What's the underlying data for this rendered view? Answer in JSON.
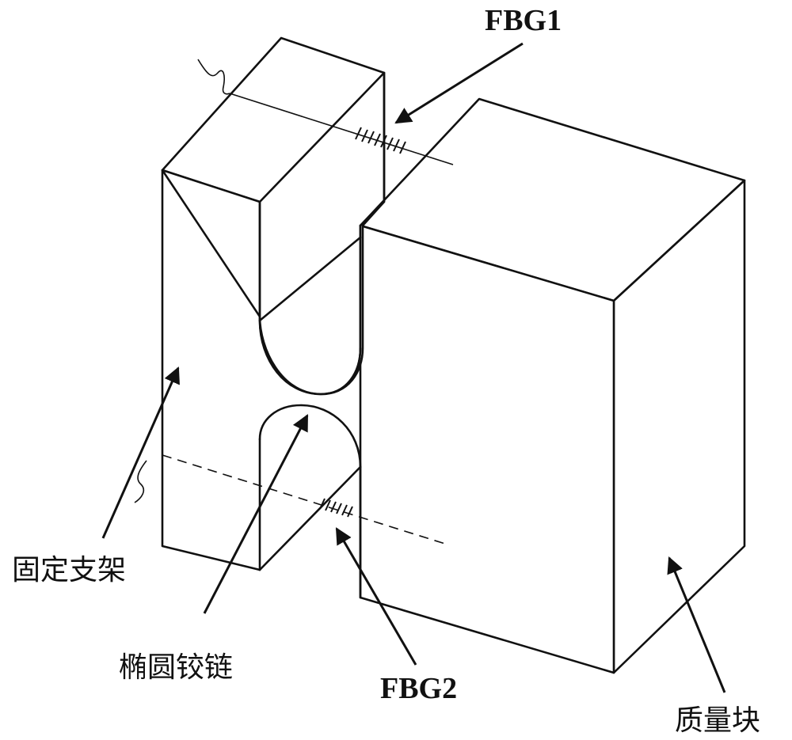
{
  "labels": {
    "fbg1": "FBG1",
    "fbg2": "FBG2",
    "fixed_bracket": "固定支架",
    "elliptical_hinge": "椭圆铰链",
    "mass_block": "质量块"
  }
}
